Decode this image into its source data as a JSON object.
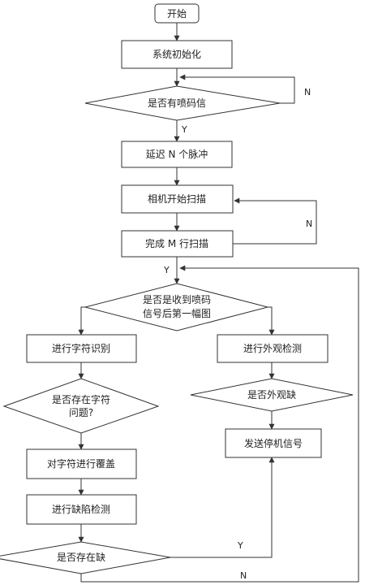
{
  "nodes": {
    "start": "开始",
    "init": "系统初始化",
    "has_code_signal": "是否有喷码信",
    "delay": "延迟 N 个脉冲",
    "camera_scan": "相机开始扫描",
    "finish_scan": "完成 M 行扫描",
    "first_frame_line1": "是否是收到喷码",
    "first_frame_line2": "信号后第一幅图",
    "char_recognition": "进行字符识别",
    "appearance_inspect": "进行外观检测",
    "char_exists_line1": "是否存在字符",
    "char_exists_line2": "问题?",
    "appearance_defect": "是否外观缺",
    "stop_signal": "发送停机信号",
    "cover_chars": "对字符进行覆盖",
    "defect_inspect": "进行缺陷检测",
    "defect_exists": "是否存在缺"
  },
  "edge_labels": {
    "code_signal_no": "N",
    "code_signal_yes": "Y",
    "scan_loop_no": "N",
    "finish_yes": "Y",
    "defect_yes": "Y",
    "defect_no": "N"
  }
}
